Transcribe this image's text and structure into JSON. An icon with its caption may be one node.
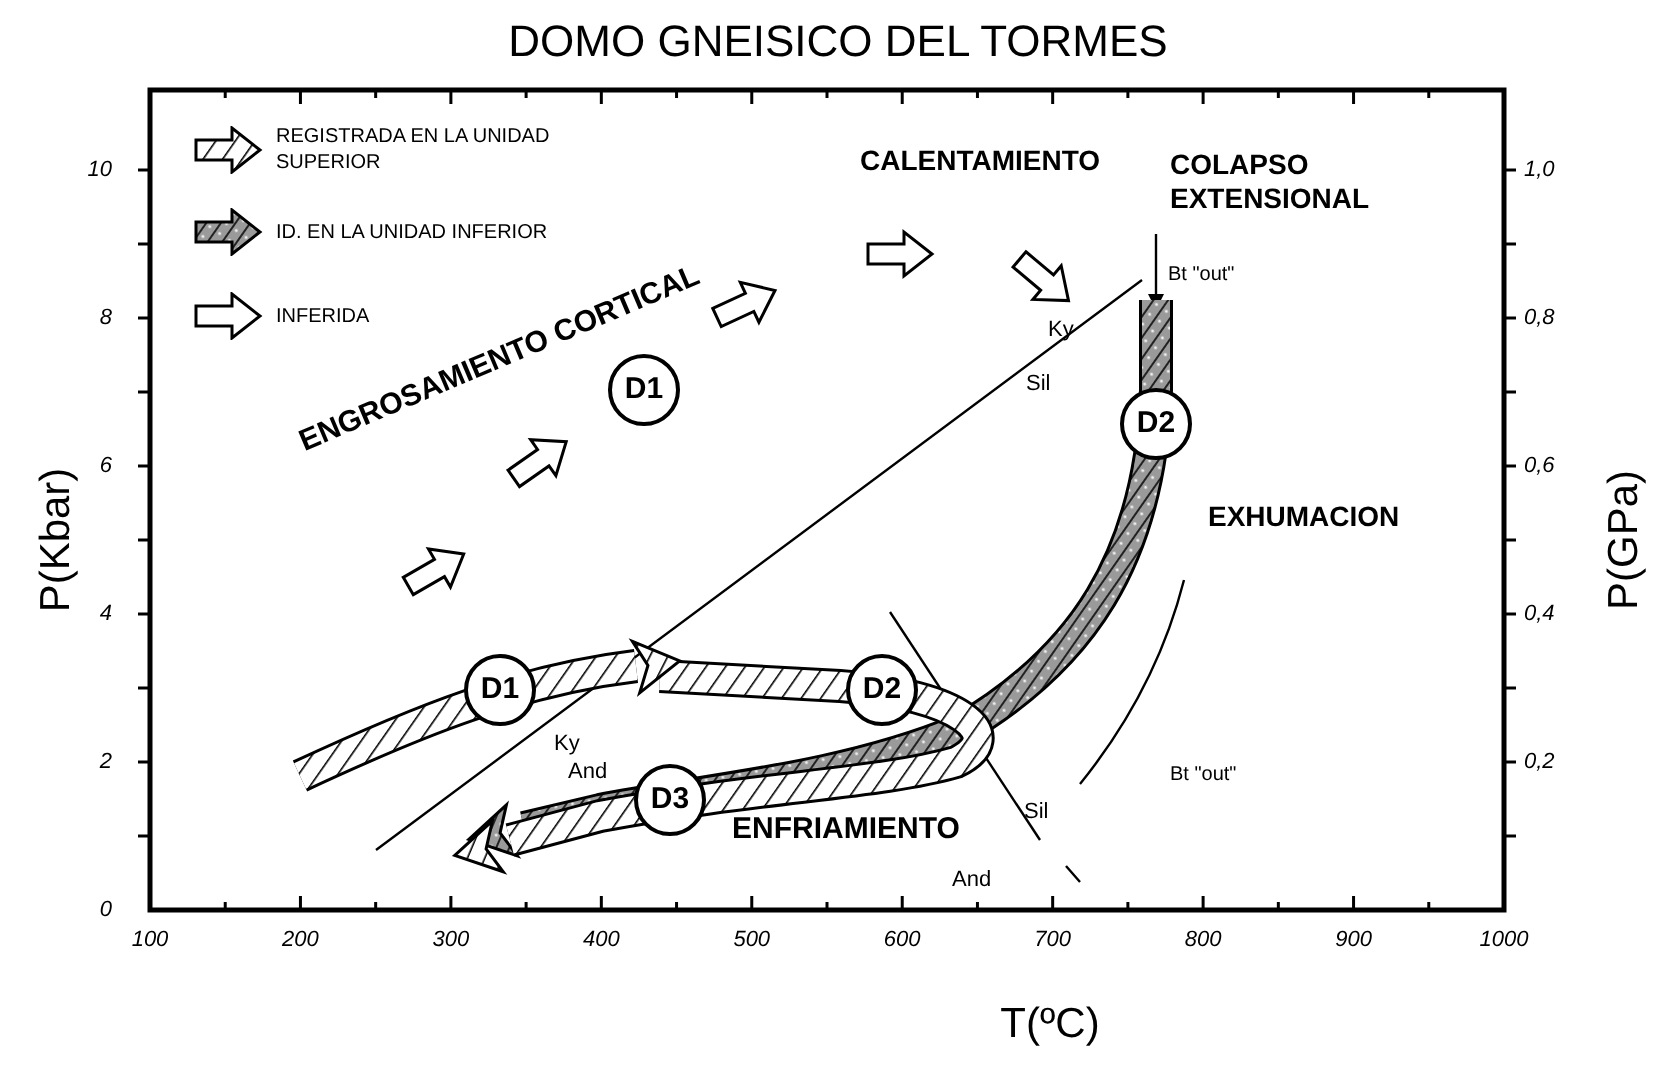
{
  "diagram": {
    "title": "DOMO GNEISICO DEL TORMES",
    "nodes": [
      {
        "text": [
          "D1"
        ]
      },
      {
        "text": [
          "D1"
        ]
      },
      {
        "text": [
          "D2"
        ]
      },
      {
        "text": [
          "D2"
        ]
      },
      {
        "text": [
          "D3"
        ]
      }
    ],
    "labels": [
      "CALENTAMIENTO",
      "COLAPSO EXTENSIONAL",
      "Bt \"out\"",
      "ENGROSAMIENTO CORTICAL",
      "Ky",
      "Sil",
      "EXHUMACION",
      "Ky",
      "And",
      "Bt \"out\"",
      "Sil",
      "ENFRIAMIENTO",
      "And",
      "P(Kbar)",
      "T(ºC)",
      "P(GPa)",
      "0",
      "2",
      "4",
      "6",
      "8",
      "10",
      "100",
      "200",
      "300",
      "400",
      "500",
      "600",
      "700",
      "800",
      "900",
      "1000",
      "0,2",
      "0,4",
      "0,6",
      "0,8",
      "1,0"
    ],
    "legend": [
      {
        "text": "REGISTRADA EN LA UNIDAD SUPERIOR"
      },
      {
        "text": "ID. EN LA UNIDAD INFERIOR"
      },
      {
        "text": "INFERIDA"
      }
    ]
  }
}
